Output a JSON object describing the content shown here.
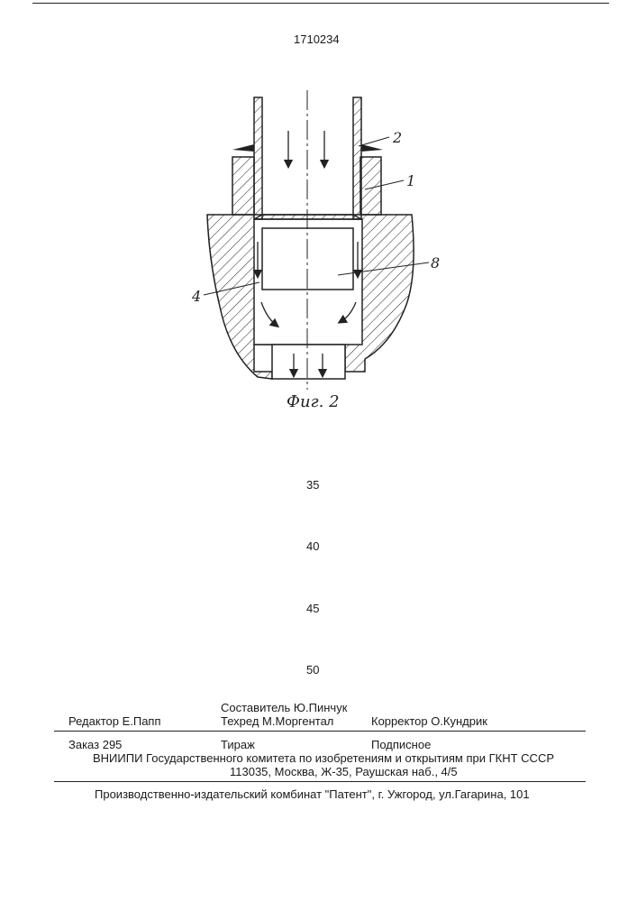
{
  "patent_number": "1710234",
  "figure": {
    "caption": "Фиг. 2",
    "callouts": [
      "2",
      "1",
      "8",
      "4"
    ]
  },
  "line_numbers": [
    "35",
    "40",
    "45",
    "50"
  ],
  "imprint": {
    "compiler": "Составитель  Ю.Пинчук",
    "editor": "Редактор  Е.Папп",
    "techeditor": "Техред М.Моргентал",
    "corrector": "Корректор О.Кундрик",
    "order": "Заказ  295",
    "circulation": "Тираж",
    "subscription": "Подписное",
    "institution": "ВНИИПИ Государственного комитета по изобретениям и открытиям при ГКНТ СССР",
    "address": "113035, Москва, Ж-35, Раушская наб., 4/5",
    "publisher": "Производственно-издательский комбинат \"Патент\", г. Ужгород, ул.Гагарина, 101"
  }
}
